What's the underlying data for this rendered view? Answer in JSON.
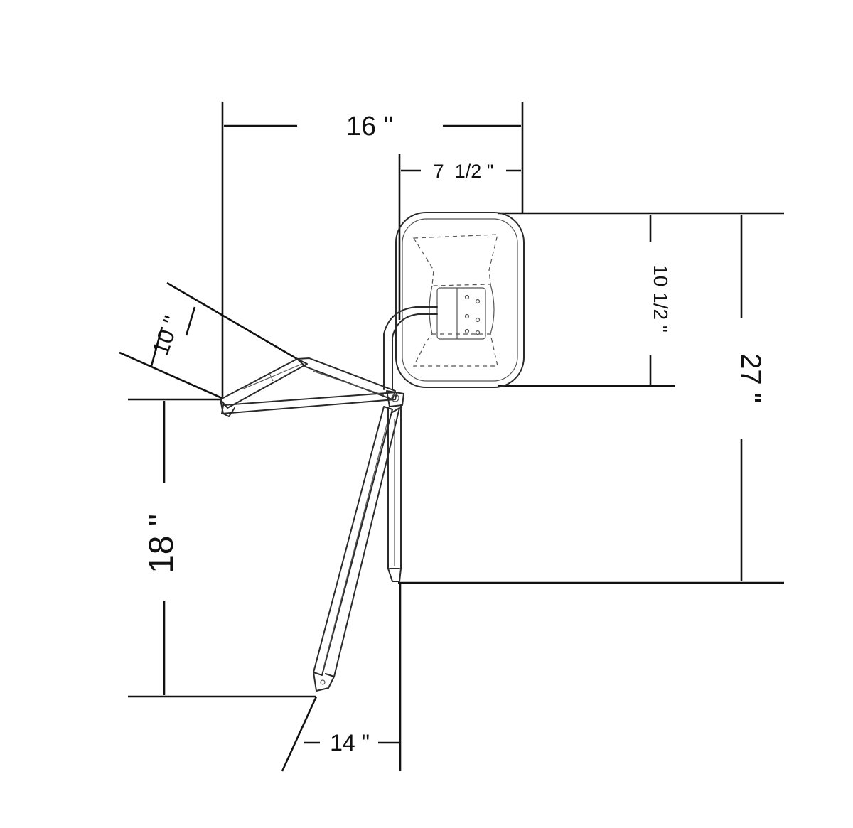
{
  "dimensions": {
    "overall_width": "16 \"",
    "head_width": "7  1/2 \"",
    "head_height": "10 1/2 \"",
    "overall_height": "27 \"",
    "arm_length": "10 \"",
    "lower_drop": "18 \"",
    "base_offset": "14 \""
  }
}
